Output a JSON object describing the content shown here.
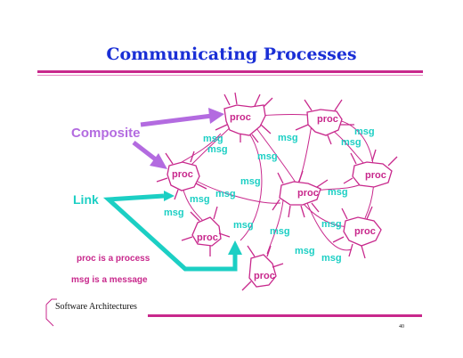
{
  "slide": {
    "title": "Communicating Processes",
    "footer": "Software Architectures",
    "page_number": "40"
  },
  "labels": {
    "composite": "Composite",
    "link": "Link",
    "legend_proc": "proc is a process",
    "legend_msg": "msg is a message"
  },
  "node_label": "proc",
  "message_label": "msg",
  "colors": {
    "title": "#1a2fd6",
    "rule": "#c8288c",
    "process": "#c8288c",
    "message": "#1ccfc4",
    "composite": "#b36be0",
    "link": "#1ccfc4",
    "legend": "#c8288c"
  }
}
